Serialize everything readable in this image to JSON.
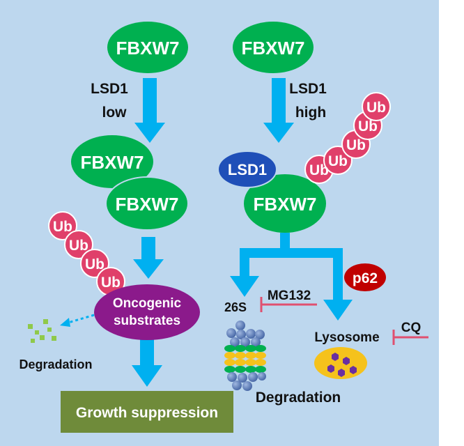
{
  "left": {
    "top_node": "FBXW7",
    "condition_line1": "LSD1",
    "condition_line2": "low",
    "dimer_node_a": "FBXW7",
    "dimer_node_b": "FBXW7",
    "ub_tags": [
      "Ub",
      "Ub",
      "Ub",
      "Ub"
    ],
    "substrates_line1": "Oncogenic",
    "substrates_line2": "substrates",
    "degradation_label": "Degradation",
    "outcome_label": "Growth suppression"
  },
  "right": {
    "top_node": "FBXW7",
    "condition_line1": "LSD1",
    "condition_line2": "high",
    "lsd1_label": "LSD1",
    "bound_node": "FBXW7",
    "ub_tags": [
      "Ub",
      "Ub",
      "Ub",
      "Ub",
      "Ub"
    ],
    "proteasome_label": "26S",
    "proteasome_inhibitor": "MG132",
    "p62_label": "p62",
    "lysosome_label": "Lysosome",
    "lysosome_inhibitor": "CQ",
    "degradation_label": "Degradation"
  },
  "colors": {
    "background": "#bdd7ee",
    "fbxw7_green": "#00b050",
    "ub_pink": "#e0406a",
    "arrow_blue": "#00b0f0",
    "substrate_purple": "#8b1a8b",
    "outcome_olive": "#6f8b3a",
    "lsd1_blue": "#1f4fb8",
    "p62_red": "#c00000",
    "inhibitor_line": "#e05070",
    "lysosome_yellow": "#f5c21c"
  }
}
